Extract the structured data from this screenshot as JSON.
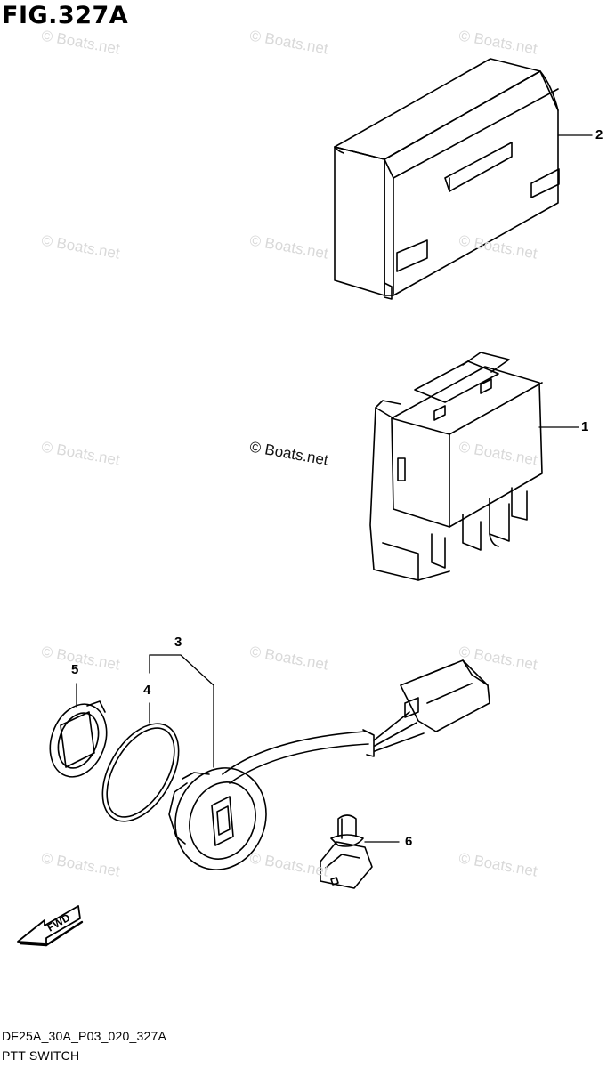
{
  "figure": {
    "title": "FIG.327A",
    "code": "DF25A_30A_P03_020_327A",
    "caption": "PTT SWITCH"
  },
  "watermark": {
    "text": "© Boats.net"
  },
  "callouts": {
    "c1": "1",
    "c2": "2",
    "c3": "3",
    "c4": "4",
    "c5": "5",
    "c6": "6"
  },
  "fwd_label": "FWD"
}
